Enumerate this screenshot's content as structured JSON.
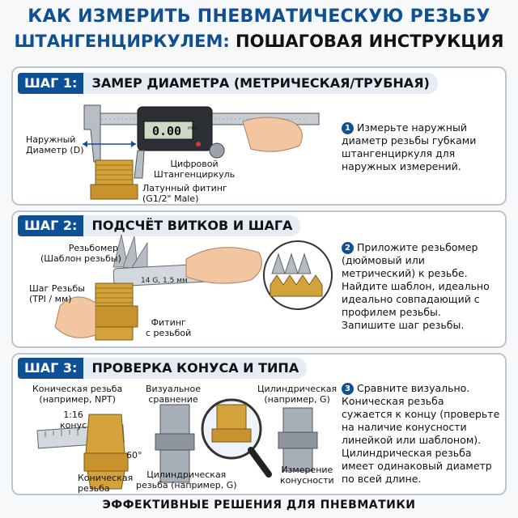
{
  "title": {
    "line1": "КАК ИЗМЕРИТЬ ПНЕВМАТИЧЕСКУЮ РЕЗЬБУ",
    "line2a": "ШТАНГЕНЦИРКУЛЕМ:",
    "line2b": " ПОШАГОВАЯ ИНСТРУКЦИЯ"
  },
  "step1": {
    "badge": "ШАГ 1:",
    "title": "ЗАМЕР ДИАМЕТРА (МЕТРИЧЕСКАЯ/ТРУБНАЯ)",
    "label_outer": "Наружный\nДиаметр (D)",
    "label_caliper": "Цифровой\nШтангенциркуль",
    "label_fitting": "Латунный фитинг\n(G1/2\" Male)",
    "display": "0.00",
    "display_units": "mm",
    "num": "1",
    "text": "Измерьте наружный\nдиаметр резьбы губками\nштангенциркуля для\nнаружных измерений."
  },
  "step2": {
    "badge": "ШАГ 2:",
    "title": "ПОДСЧЁТ ВИТКОВ И ШАГА",
    "label_gauge": "Резьбомер\n(Шаблон резьбы)",
    "label_pitch": "Шаг Резьбы\n(TPI / мм)",
    "label_fitting": "Фитинг\nс резьбой",
    "gauge_text": "14 G, 1.5 мм",
    "num": "2",
    "text": "Приложите резьбомер\n(дюймовый или\nметрический) к резьбе.\nНайдите шаблон, идеально\nидеально совпадающий с\nпрофилем резьбы.\nЗапишите шаг резьбы."
  },
  "step3": {
    "badge": "ШАГ 3:",
    "title": "ПРОВЕРКА КОНУСА И ТИПА",
    "label_taper": "Коническая резьба\n(например, NPT)",
    "label_visual": "Визуальное\nсравнение",
    "label_cyl": "Цилиндрическая\n(например, G)",
    "label_ratio": "1:16\nконус",
    "label_angle": "60°",
    "label_taper2": "Коническая\nрезьба",
    "label_cyl2": "Цилиндрическая\nрезьба (например, G)",
    "label_measure": "Измерение\nконусности",
    "num": "3",
    "text": "Сравните визуально.\nКоническая резьба\nсужается к концу (проверьте\nна наличие конусности\nлинейкой или шаблоном).\nЦилиндрическая резьба\nимеет одинаковый диаметр\nпо всей длине."
  },
  "footer": "ЭФФЕКТИВНЫЕ РЕШЕНИЯ ДЛЯ ПНЕВМАТИКИ",
  "colors": {
    "accent": "#0f4f93",
    "brass": "#d4a23a",
    "steel": "#9aa3ad"
  }
}
